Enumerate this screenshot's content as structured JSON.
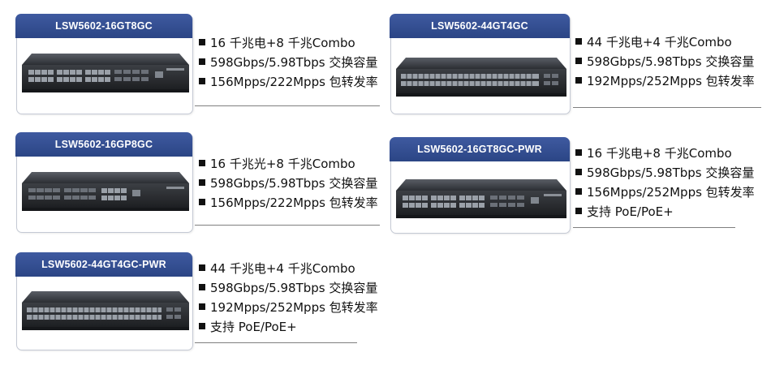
{
  "products": [
    {
      "model": "LSW5602-16GT8GC",
      "specs": [
        "16 千兆电+8 千兆Combo",
        "598Gbps/5.98Tbps 交换容量",
        "156Mpps/222Mpps 包转发率"
      ]
    },
    {
      "model": "LSW5602-44GT4GC",
      "specs": [
        "44 千兆电+4 千兆Combo",
        "598Gbps/5.98Tbps 交换容量",
        "192Mpps/252Mpps 包转发率"
      ]
    },
    {
      "model": "LSW5602-16GP8GC",
      "specs": [
        "16 千兆光+8 千兆Combo",
        "598Gbps/5.98Tbps 交换容量",
        "156Mpps/222Mpps 包转发率"
      ]
    },
    {
      "model": "LSW5602-16GT8GC-PWR",
      "specs": [
        "16 千兆电+8 千兆Combo",
        "598Gbps/5.98Tbps 交换容量",
        "156Mpps/252Mpps 包转发率",
        "支持 PoE/PoE+"
      ]
    },
    {
      "model": "LSW5602-44GT4GC-PWR",
      "specs": [
        "44 千兆电+4 千兆Combo",
        "598Gbps/5.98Tbps 交换容量",
        "192Mpps/252Mpps 包转发率",
        "支持 PoE/PoE+"
      ]
    }
  ]
}
